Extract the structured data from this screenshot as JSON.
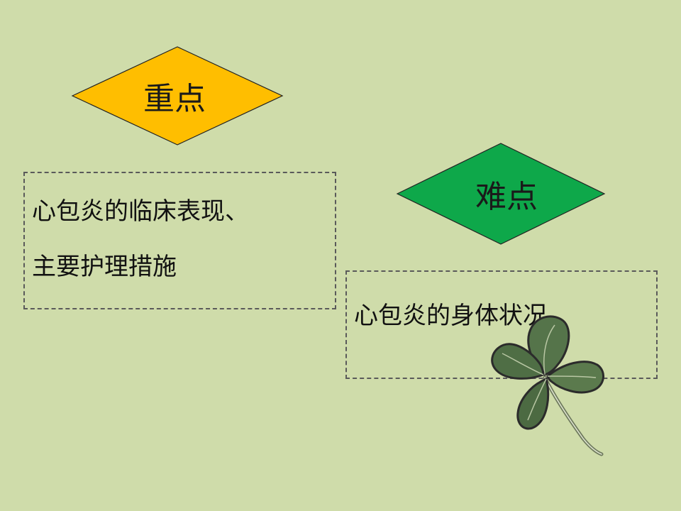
{
  "key_point": {
    "label": "重点",
    "fill_color": "#ffbe00",
    "lines": [
      "心包炎的临床表现、",
      "主要护理措施"
    ]
  },
  "difficult_point": {
    "label": "难点",
    "fill_color": "#0ea84a",
    "lines": [
      "心包炎的身体状况"
    ]
  },
  "decoration": {
    "icon": "four-leaf-clover-icon"
  },
  "colors": {
    "background": "#cfdcaa",
    "border": "#5a5a5a"
  }
}
